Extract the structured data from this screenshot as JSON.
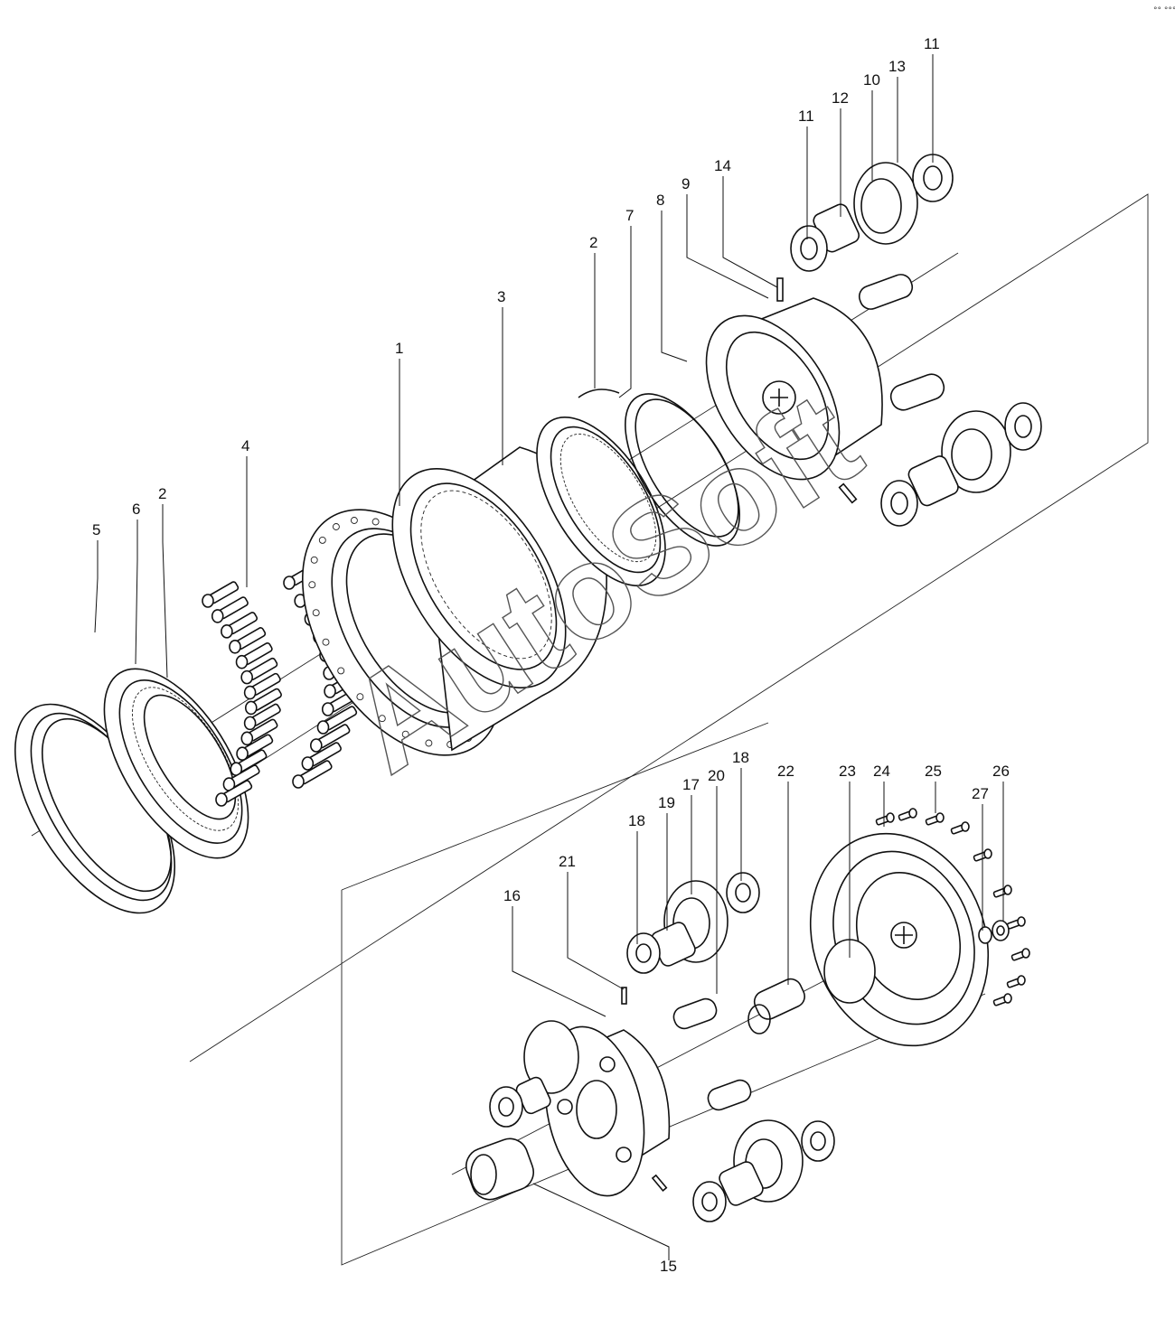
{
  "watermark": "AutoSoft",
  "corner_mark": "°° °°°",
  "part_labels": {
    "p1": "1",
    "p2a": "2",
    "p2b": "2",
    "p3": "3",
    "p4": "4",
    "p5": "5",
    "p6": "6",
    "p7": "7",
    "p8": "8",
    "p9": "9",
    "p10": "10",
    "p11a": "11",
    "p11b": "11",
    "p12": "12",
    "p13": "13",
    "p14": "14",
    "p15": "15",
    "p16": "16",
    "p17": "17",
    "p18a": "18",
    "p18b": "18",
    "p19": "19",
    "p20": "20",
    "p21": "21",
    "p22": "22",
    "p23": "23",
    "p24": "24",
    "p25": "25",
    "p26": "26",
    "p27": "27"
  }
}
